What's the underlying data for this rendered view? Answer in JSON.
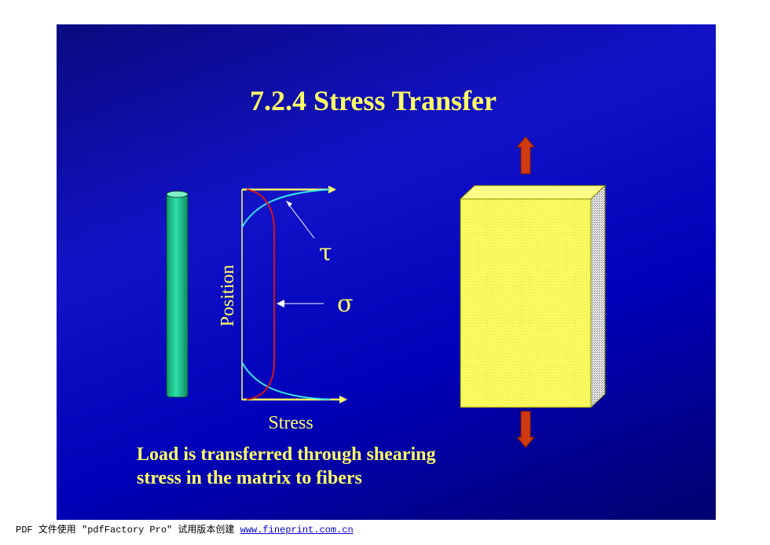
{
  "slide": {
    "title": "7.2.4 Stress Transfer",
    "caption_line1": "Load is transferred through shearing",
    "caption_line2": "stress in the matrix to fibers"
  },
  "diagram": {
    "y_axis_label": "Position",
    "x_axis_label": "Stress",
    "tau_label": "τ",
    "sigma_label": "σ"
  },
  "colors": {
    "background": "#1010c0",
    "text_yellow": "#ffff66",
    "fiber_green": "#1ec890",
    "tau_curve": "#33e6e6",
    "sigma_curve": "#d01818",
    "arrow_red": "#d03a10",
    "block_yellow": "#ffff66"
  },
  "footer": {
    "text": "PDF 文件使用 \"pdfFactory Pro\" 试用版本创建 ",
    "link": "www.fineprint.com.cn"
  }
}
